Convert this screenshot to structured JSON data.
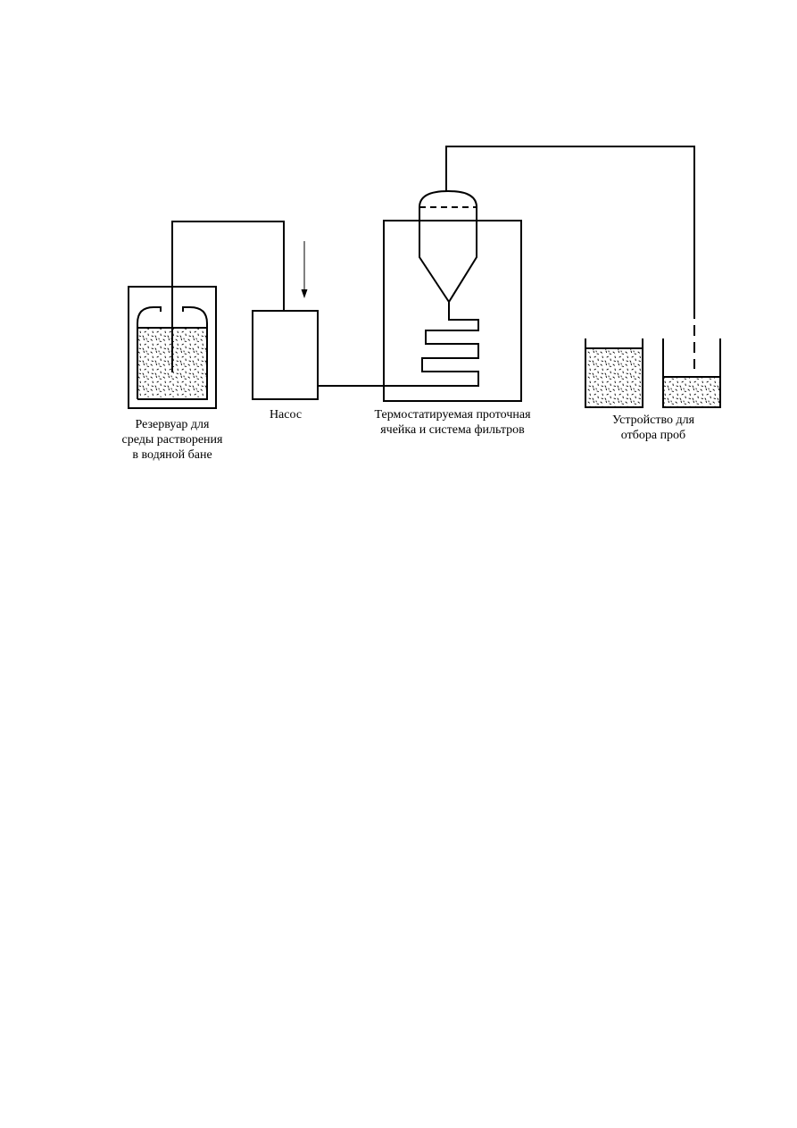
{
  "labels": {
    "reservoir": [
      "Резервуар для",
      "среды растворения",
      "в водяной бане"
    ],
    "pump": [
      "Насос"
    ],
    "flow_cell": [
      "Термостатируемая проточная",
      "ячейка и система фильтров"
    ],
    "sampler": [
      "Устройство для",
      "отбора проб"
    ]
  },
  "colors": {
    "line": "#000000",
    "fill_dots": "#000000",
    "background": "#ffffff"
  }
}
